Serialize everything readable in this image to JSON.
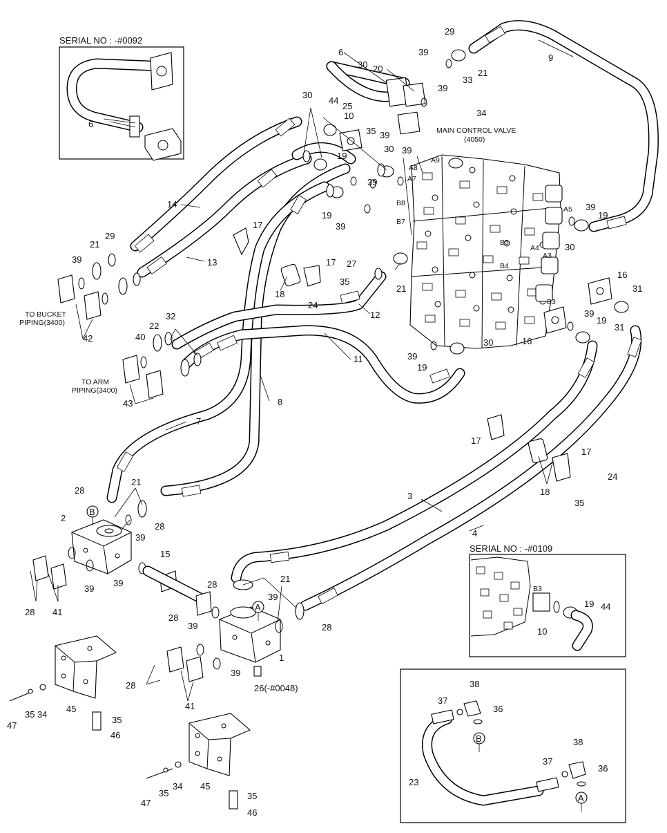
{
  "diagram": {
    "main_valve_label": [
      "MAIN CONTROL VALVE",
      "(4050)"
    ],
    "bucket_note": [
      "TO BUCKET",
      "PIPING(3400)"
    ],
    "arm_note": [
      "TO ARM",
      "PIPING(3400)"
    ],
    "inset_serial_0092": "SERIAL NO : -#0092",
    "inset_serial_0109": "SERIAL NO : -#0109",
    "port_labels": [
      "A9",
      "A8",
      "A7",
      "B8",
      "B7",
      "A5",
      "B5",
      "A4",
      "A3",
      "B4",
      "B3"
    ],
    "port_label_b3_inset": "B3",
    "circle_A": "A",
    "circle_B": "B",
    "part_26_note": "26(-#0048)",
    "callouts": [
      "1",
      "2",
      "3",
      "4",
      "6",
      "7",
      "8",
      "9",
      "10",
      "11",
      "12",
      "13",
      "14",
      "15",
      "16",
      "17",
      "18",
      "19",
      "20",
      "21",
      "22",
      "23",
      "24",
      "25",
      "27",
      "28",
      "29",
      "30",
      "31",
      "32",
      "33",
      "34",
      "35",
      "36",
      "37",
      "38",
      "39",
      "40",
      "41",
      "42",
      "43",
      "44",
      "45",
      "46",
      "47"
    ]
  }
}
